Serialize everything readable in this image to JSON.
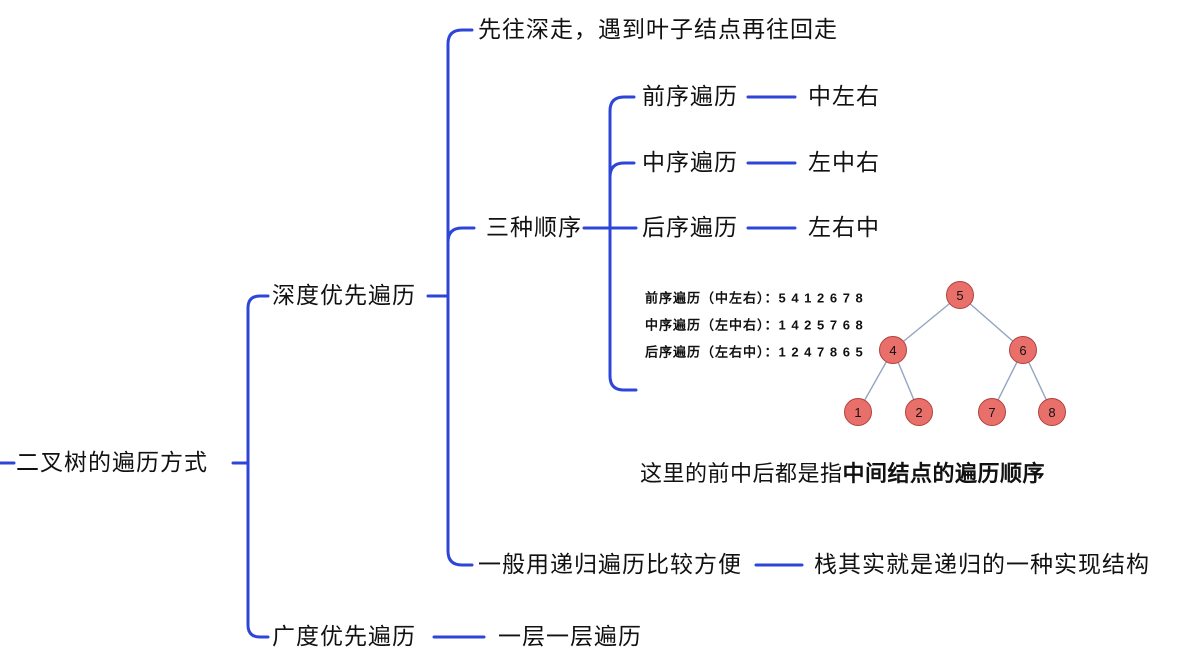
{
  "colors": {
    "branch_line": "#2d46d7",
    "tree_node_fill": "#e96f6a",
    "tree_node_border": "#b0413d",
    "tree_edge": "#92a5c1",
    "text": "#111111"
  },
  "root": {
    "label": "二叉树的遍历方式"
  },
  "dfs": {
    "label": "深度优先遍历",
    "description": "先往深走，遇到叶子结点再往回走",
    "orders": {
      "label": "三种顺序",
      "items": [
        {
          "name": "前序遍历",
          "order": "中左右"
        },
        {
          "name": "中序遍历",
          "order": "左中右"
        },
        {
          "name": "后序遍历",
          "order": "左右中"
        }
      ]
    },
    "example": {
      "lines": [
        "前序遍历（中左右）：5 4 1 2 6 7 8",
        "中序遍历（左中右）：1 4 2 5 7 6 8",
        "后序遍历（左右中）：1 2 4 7 8 6 5"
      ],
      "tree_nodes": [
        "5",
        "4",
        "6",
        "1",
        "2",
        "7",
        "8"
      ],
      "caption_regular": "这里的前中后都是指",
      "caption_bold": "中间结点的遍历顺序"
    },
    "recursion": {
      "label": "一般用递归遍历比较方便",
      "note": "栈其实就是递归的一种实现结构"
    }
  },
  "bfs": {
    "label": "广度优先遍历",
    "note": "一层一层遍历"
  }
}
